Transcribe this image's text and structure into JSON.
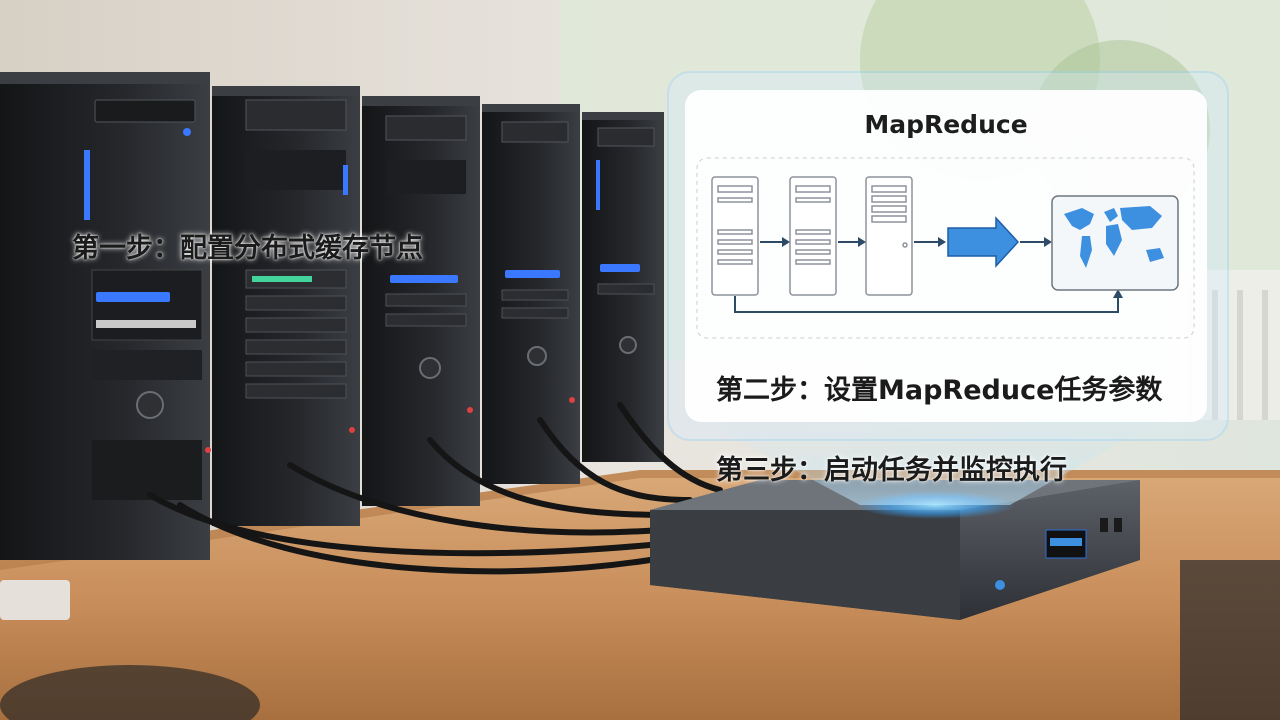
{
  "panel": {
    "title": "MapReduce"
  },
  "steps": [
    "第一步：配置分布式缓存节点",
    "第二步：设置MapReduce任务参数",
    "第三步：启动任务并监控执行"
  ],
  "icons": {
    "server": "server-icon",
    "arrow": "arrow-icon",
    "world_map": "world-map-icon"
  },
  "colors": {
    "accent_blue": "#3d8fe0",
    "panel_glow": "#7cc3ff",
    "led_blue": "#3a78ff"
  }
}
